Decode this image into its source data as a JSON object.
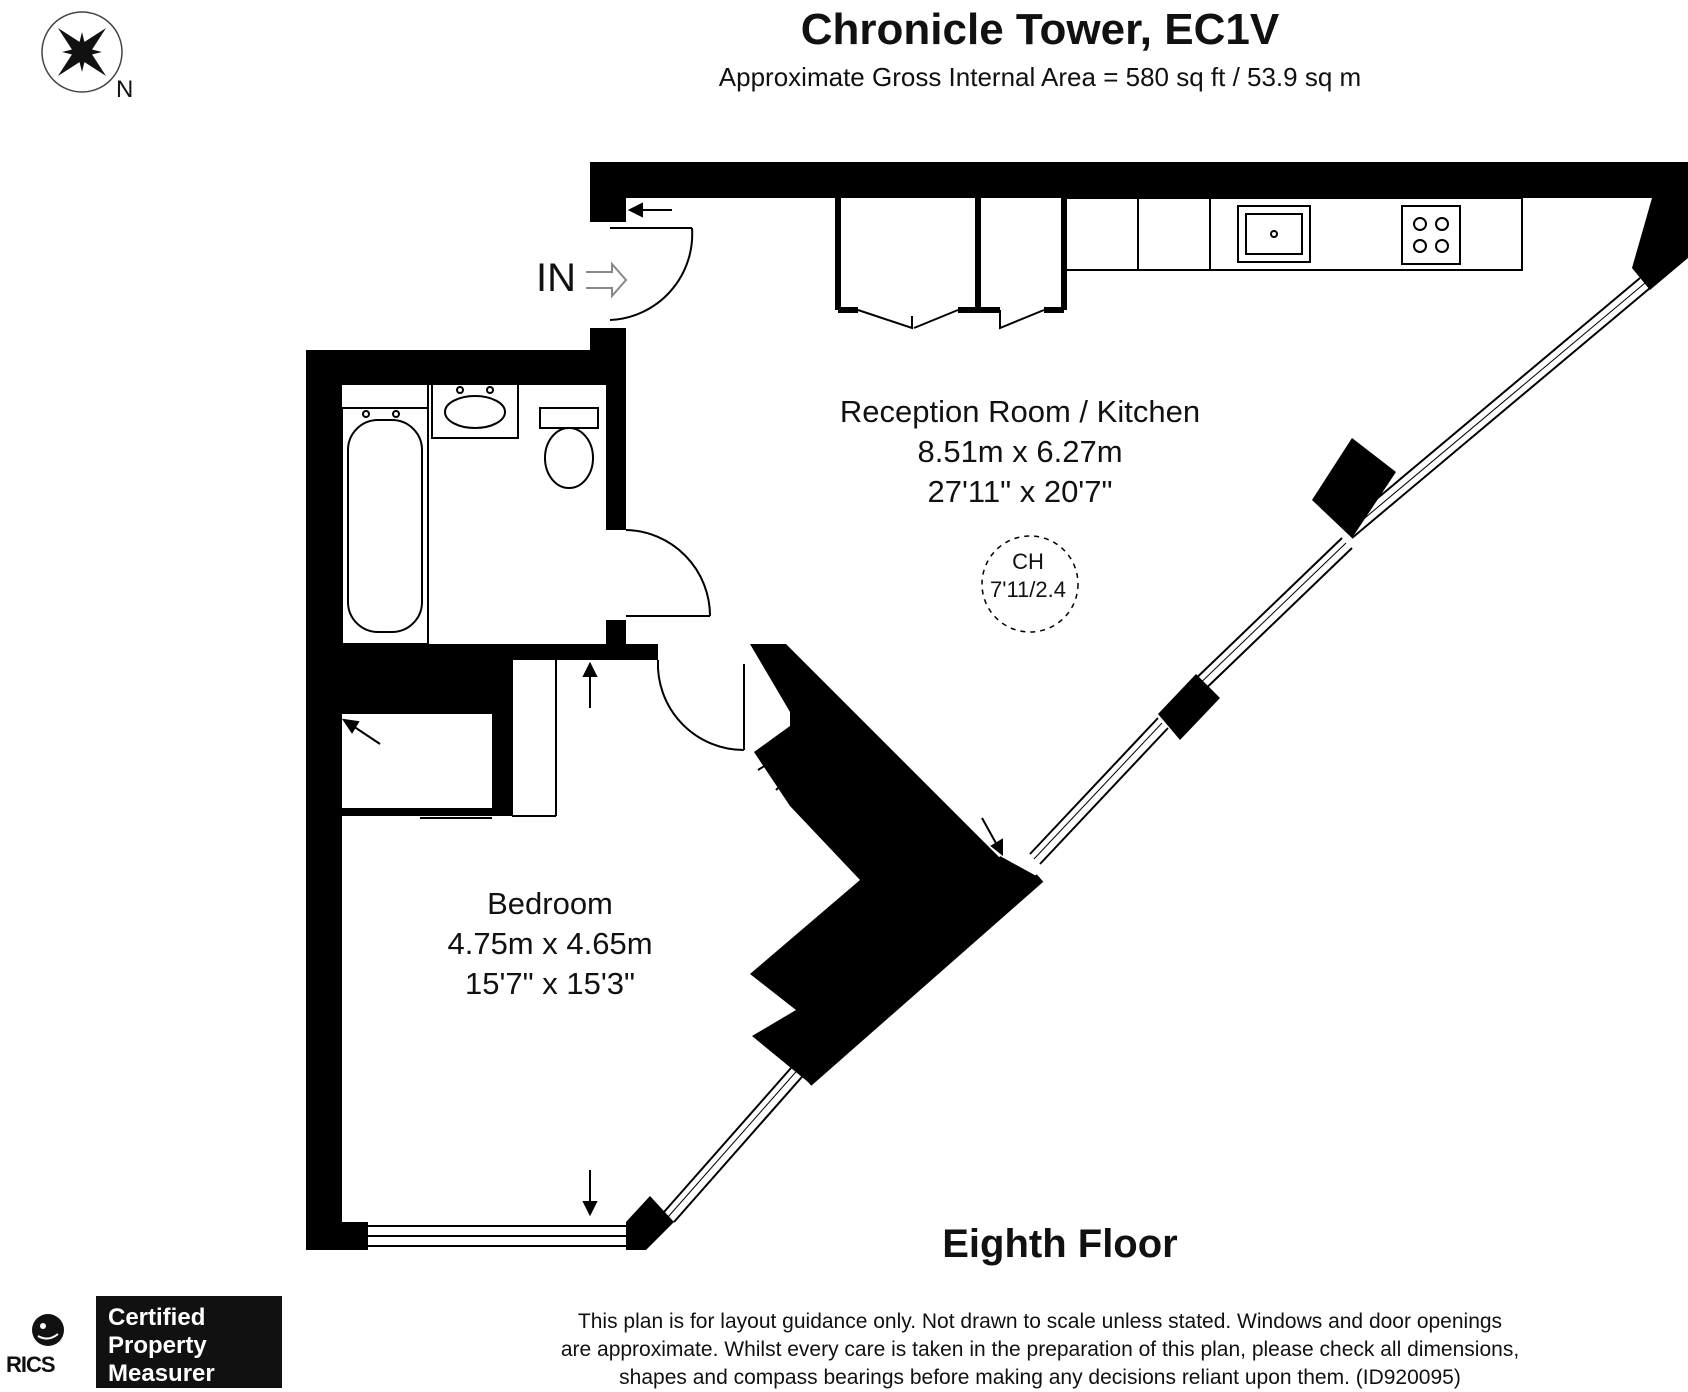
{
  "header": {
    "title": "Chronicle Tower, EC1V",
    "subtitle": "Approximate Gross Internal Area = 580 sq ft / 53.9 sq m"
  },
  "compass": {
    "label": "N",
    "icon": "compass-rose-icon"
  },
  "entrance": {
    "label": "IN",
    "icon": "entrance-arrow-icon"
  },
  "rooms": {
    "reception": {
      "name": "Reception Room / Kitchen",
      "metric": "8.51m x 6.27m",
      "imperial": "27'11\" x 20'7\""
    },
    "bedroom": {
      "name": "Bedroom",
      "metric": "4.75m x 4.65m",
      "imperial": "15'7\" x 15'3\""
    }
  },
  "ceiling_height": {
    "label": "CH",
    "value": "7'11/2.4"
  },
  "floor": {
    "label": "Eighth Floor"
  },
  "disclaimer": [
    "This plan is for layout guidance only. Not drawn to scale unless stated. Windows and door openings",
    "are approximate. Whilst every care is taken in the preparation of this plan, please check all dimensions,",
    "shapes and compass bearings before making any decisions reliant upon them. (ID920095)"
  ],
  "badge": {
    "line1": "Certified",
    "line2": "Property",
    "line3": "Measurer",
    "org": "RICS"
  },
  "colors": {
    "wall": "#000000",
    "background": "#ffffff",
    "text": "#111111"
  }
}
